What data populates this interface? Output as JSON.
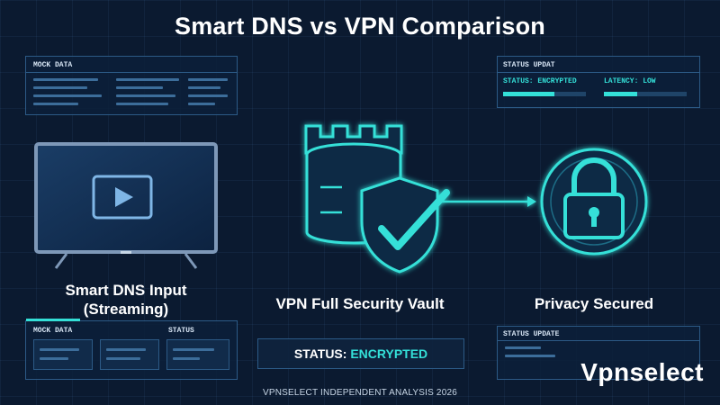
{
  "title": "Smart DNS vs VPN Comparison",
  "top_left_panel": {
    "label": "MOCK DATA"
  },
  "top_right_panel": {
    "label": "STATUS UPDAT",
    "status_text": "STATUS: ENCRYPTED",
    "latency_text": "LATENCY: LOW"
  },
  "bottom_left_panel": {
    "label_left": "MOCK DATA",
    "label_right": "STATUS"
  },
  "bottom_right_panel": {
    "label": "STATUS UPDATE"
  },
  "nodes": {
    "input": {
      "line1": "Smart DNS Input",
      "line2": "(Streaming)"
    },
    "vault": {
      "label": "VPN Full Security Vault"
    },
    "output": {
      "label": "Privacy Secured"
    }
  },
  "status_bar": {
    "prefix": "STATUS: ",
    "value": "ENCRYPTED"
  },
  "footer": "VPNSELECT INDEPENDENT ANALYSIS 2026",
  "brand": "Vpnselect",
  "colors": {
    "accent": "#34e0d8",
    "background": "#0b1a30",
    "panel_border": "#2c5a86"
  },
  "icons": [
    "tv-play-icon",
    "server-castle-icon",
    "shield-check-icon",
    "padlock-icon"
  ]
}
